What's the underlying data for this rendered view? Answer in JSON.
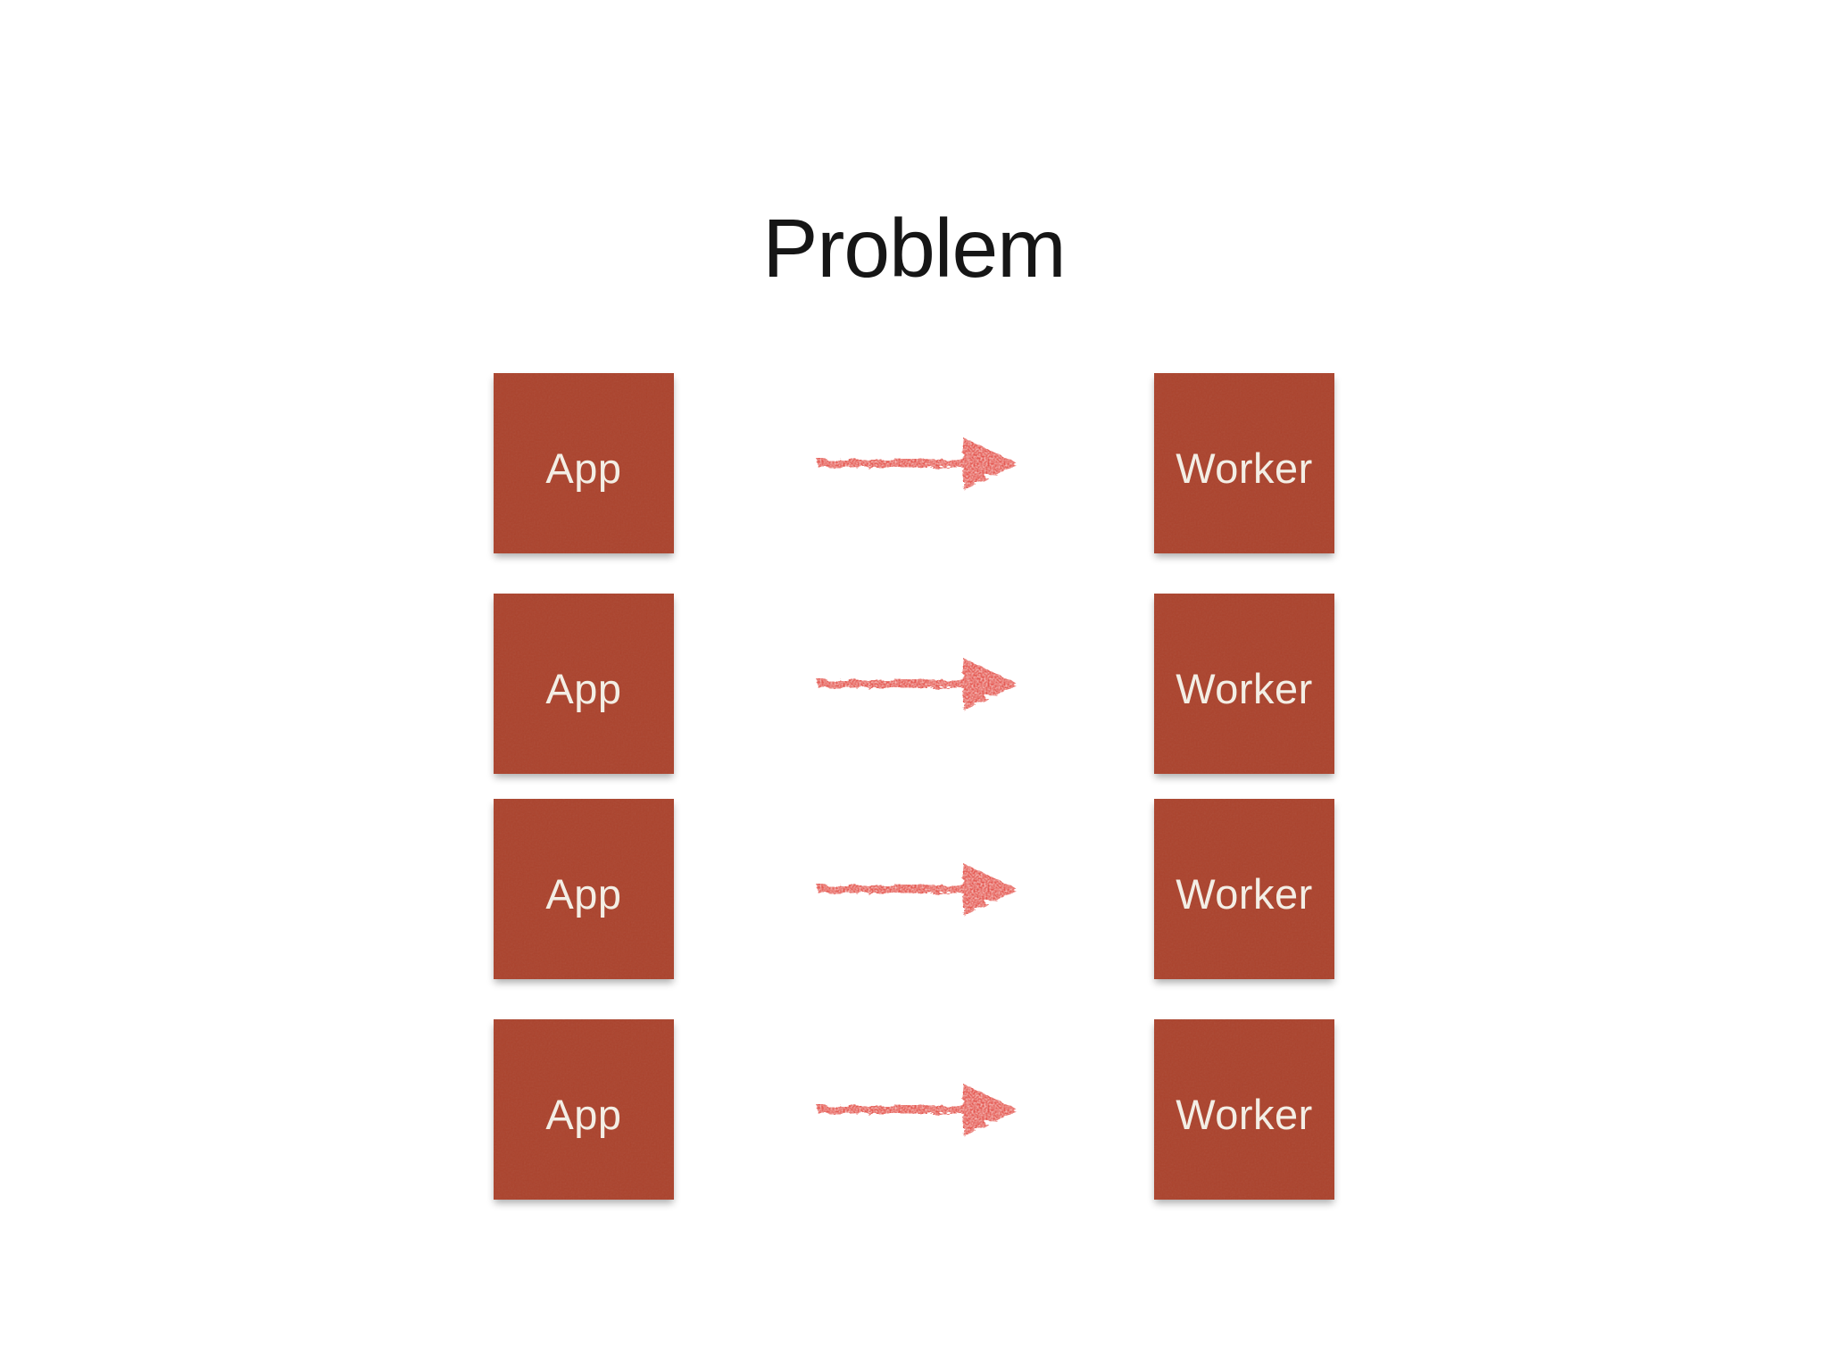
{
  "title": "Problem",
  "rows": [
    {
      "app_label": "App",
      "worker_label": "Worker"
    },
    {
      "app_label": "App",
      "worker_label": "Worker"
    },
    {
      "app_label": "App",
      "worker_label": "Worker"
    },
    {
      "app_label": "App",
      "worker_label": "Worker"
    }
  ],
  "icons": {
    "arrow": {
      "name": "arrow-right-icon",
      "glyph": "→",
      "style": "hand-drawn crayon"
    }
  },
  "colors": {
    "background": "#ffffff",
    "title_text": "#161616",
    "box_fill": "#ab432d",
    "box_text": "#f3eee5",
    "arrow": "#e4574f"
  }
}
